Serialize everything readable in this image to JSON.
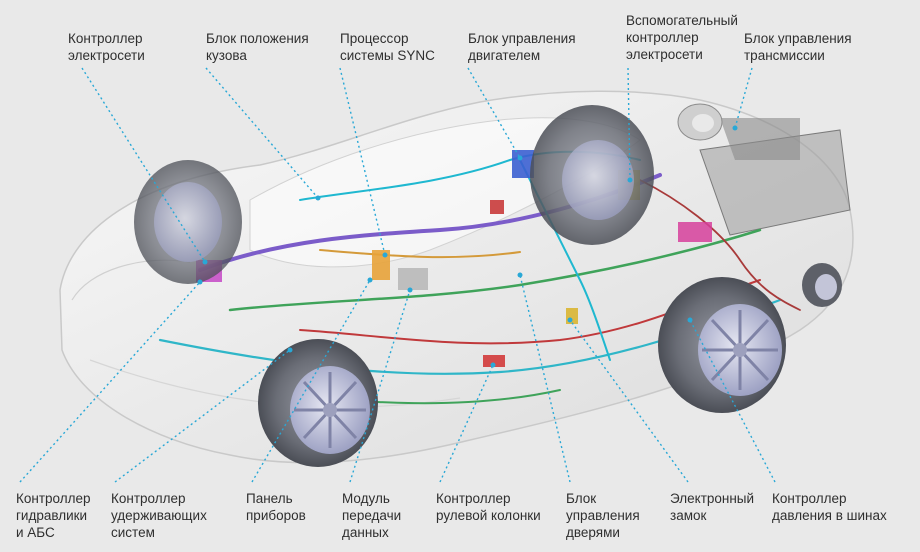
{
  "labels": {
    "top": [
      "Контроллер\nэлектросети",
      "Блок положения\nкузова",
      "Процессор\nсистемы SYNC",
      "Блок управления\nдвигателем",
      "Вспомогательный\nконтроллер\nэлектросети",
      "Блок управления\nтрансмиссии"
    ],
    "bottom": [
      "Контроллер\nгидравлики\nи АБС",
      "Контроллер\nудерживающих\nсистем",
      "Панель\nприборов",
      "Модуль\nпередачи\nданных",
      "Контроллер\nрулевой колонки",
      "Блок\nуправления\nдверями",
      "Электронный\nзамок",
      "Контроллер\nдавления в шинах"
    ]
  },
  "colors": {
    "background": "#e9e9e9",
    "leader": "#29a8d6",
    "text": "#2f2f2f",
    "body_glass": "#f4f4f4",
    "tire": "#6c6f78",
    "rim": "#b9bcd6"
  }
}
